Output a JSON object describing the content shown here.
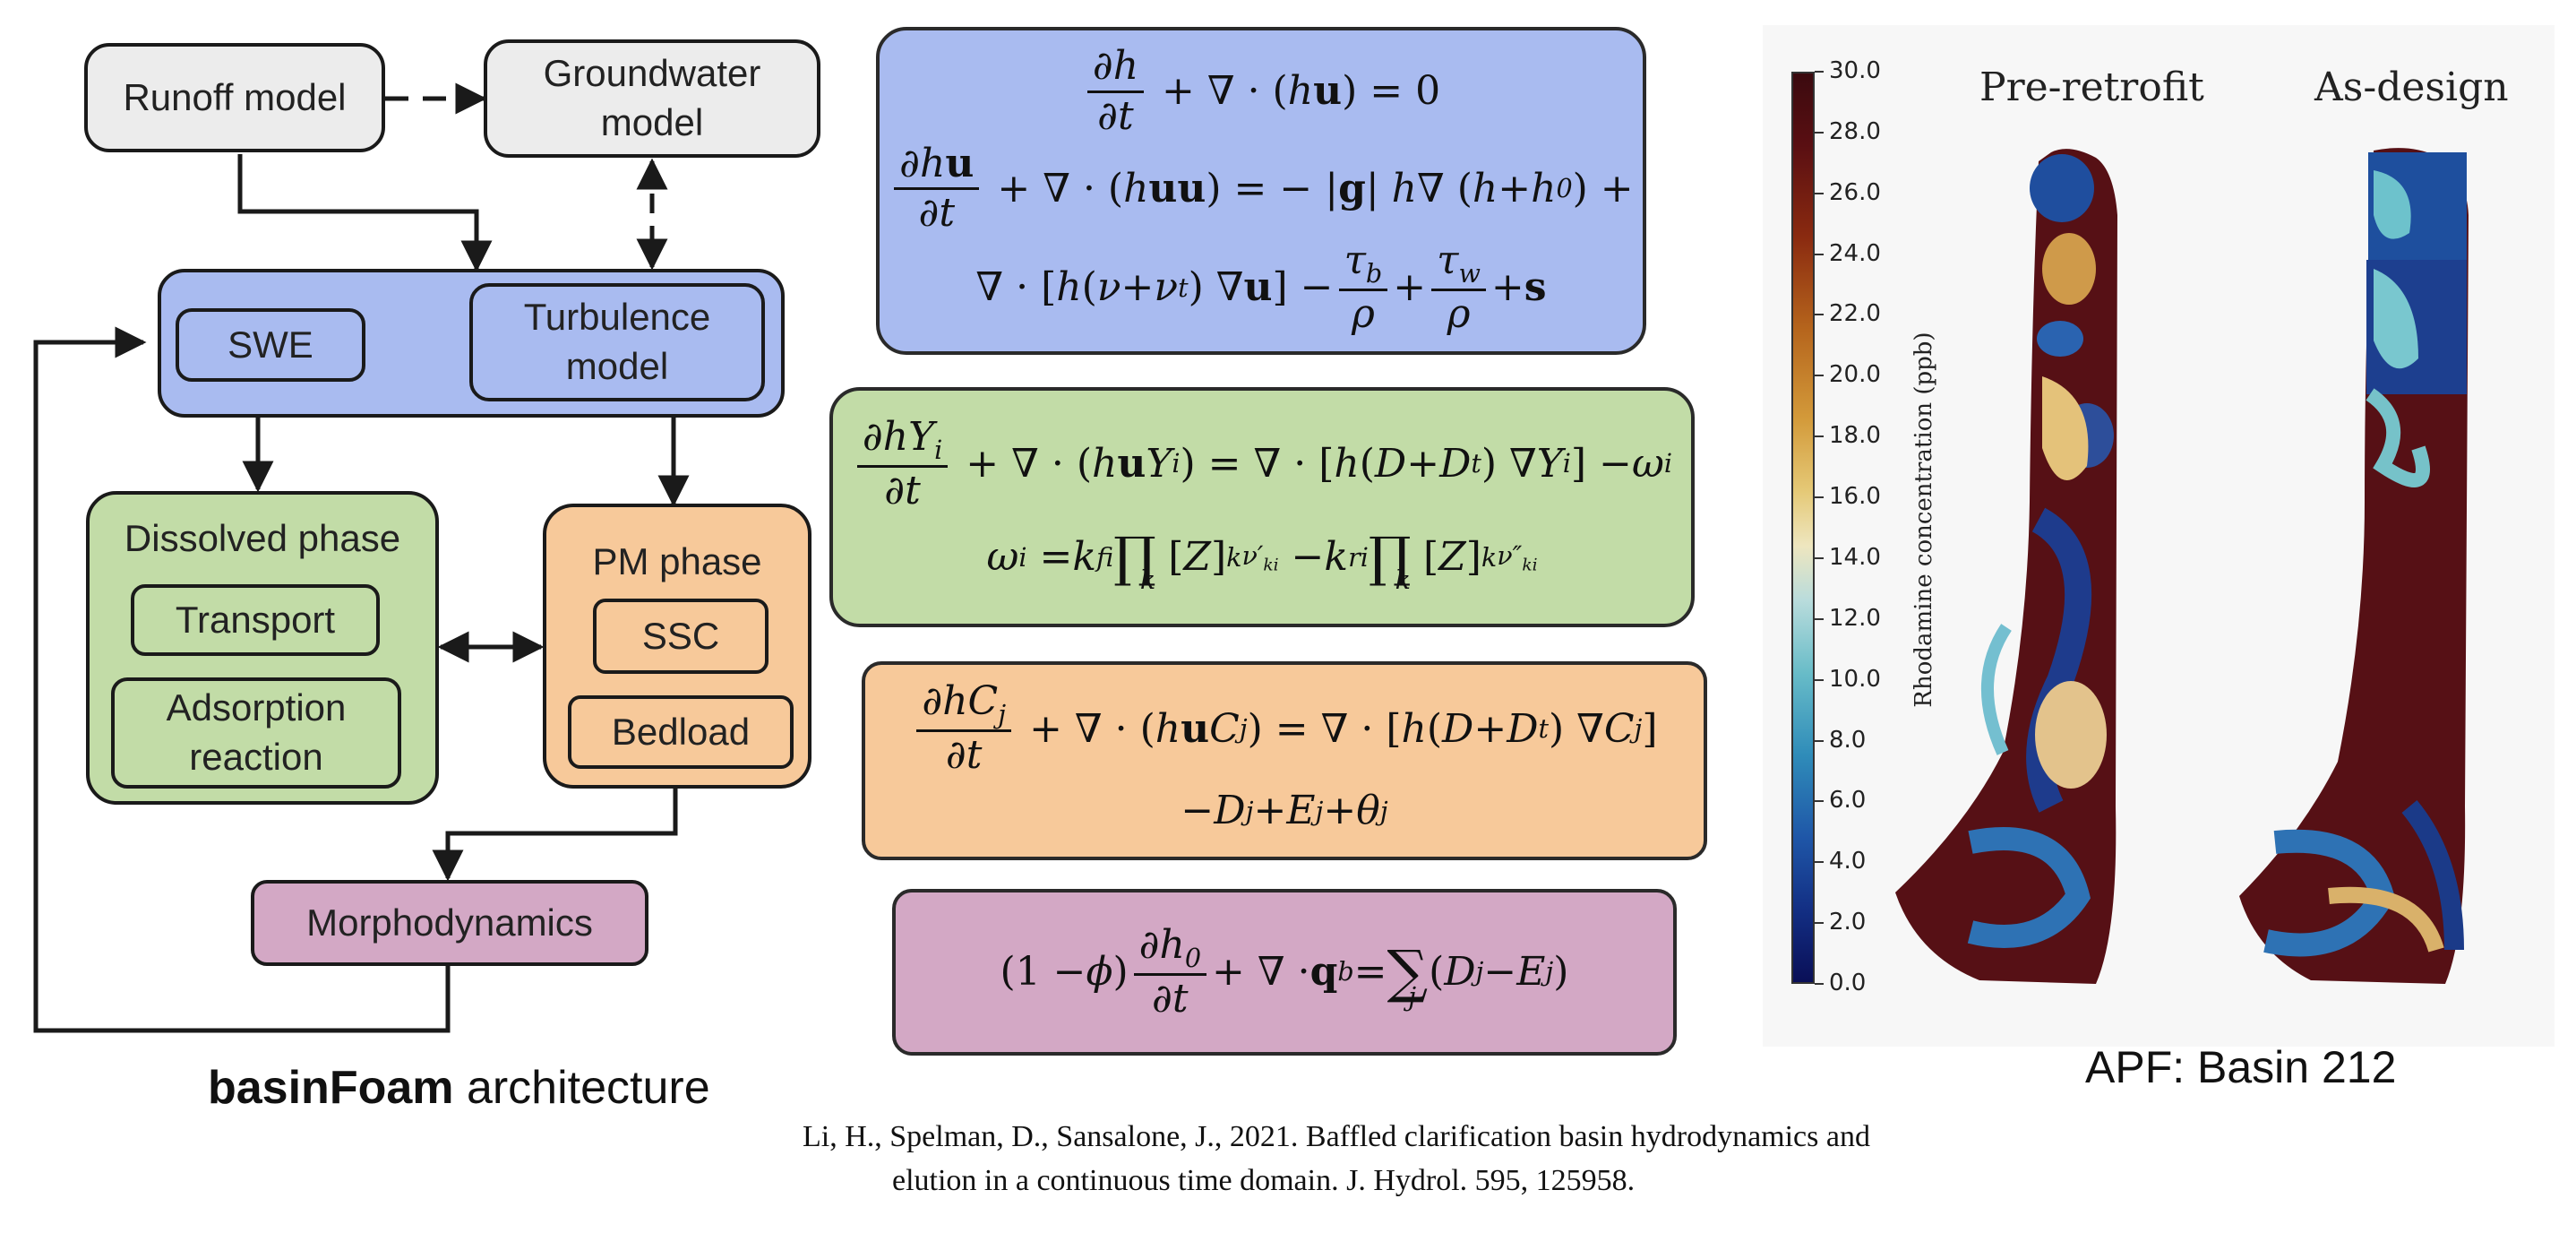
{
  "diagram": {
    "title_bold": "basinFoam",
    "title_rest": " architecture",
    "nodes": {
      "runoff": "Runoff model",
      "groundwater": "Groundwater\nmodel",
      "swe": "SWE",
      "turbulence": "Turbulence\nmodel",
      "dissolved": "Dissolved phase",
      "transport": "Transport",
      "adsorption": "Adsorption\nreaction",
      "pm": "PM phase",
      "ssc": "SSC",
      "bedload": "Bedload",
      "morpho": "Morphodynamics"
    },
    "colors": {
      "gray": "#ececec",
      "blue": "#a9bbf0",
      "green": "#c2dca7",
      "orange": "#f7c99a",
      "purple": "#d3a8c5"
    }
  },
  "colorbar": {
    "label": "Rhodamine concentration (ppb)",
    "ticks": [
      "30.0",
      "28.0",
      "26.0",
      "24.0",
      "22.0",
      "20.0",
      "18.0",
      "16.0",
      "14.0",
      "12.0",
      "10.0",
      "8.0",
      "6.0",
      "4.0",
      "2.0",
      "0.0"
    ]
  },
  "panels": {
    "left_title": "Pre-retrofit",
    "right_title": "As-design",
    "caption": "APF: Basin 212"
  },
  "reference": {
    "line1": "Li, H., Spelman, D., Sansalone, J., 2021. Baffled clarification basin hydrodynamics and",
    "line2": "elution in a continuous time domain. J. Hydrol. 595, 125958."
  }
}
